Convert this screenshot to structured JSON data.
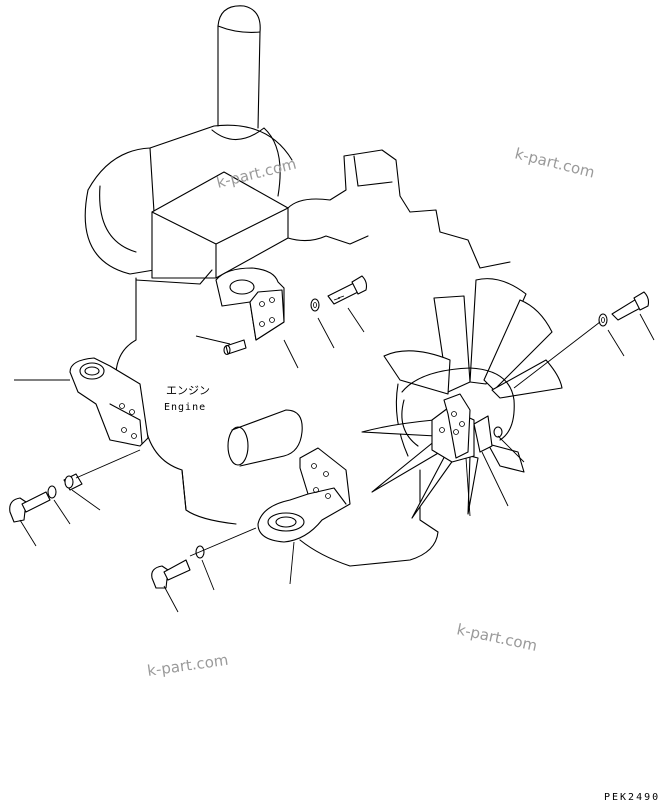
{
  "labels": {
    "engine_jp": "エンジン",
    "engine_en": "Engine"
  },
  "watermarks": [
    "k-part.com",
    "k-part.com",
    "k-part.com"
  ],
  "drawing_code": "PEK2490"
}
